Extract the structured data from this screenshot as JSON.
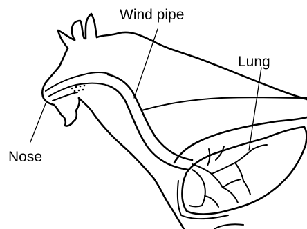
{
  "labels": {
    "wind_pipe": "Wind pipe",
    "lung": "Lung",
    "nose": "Nose"
  }
}
